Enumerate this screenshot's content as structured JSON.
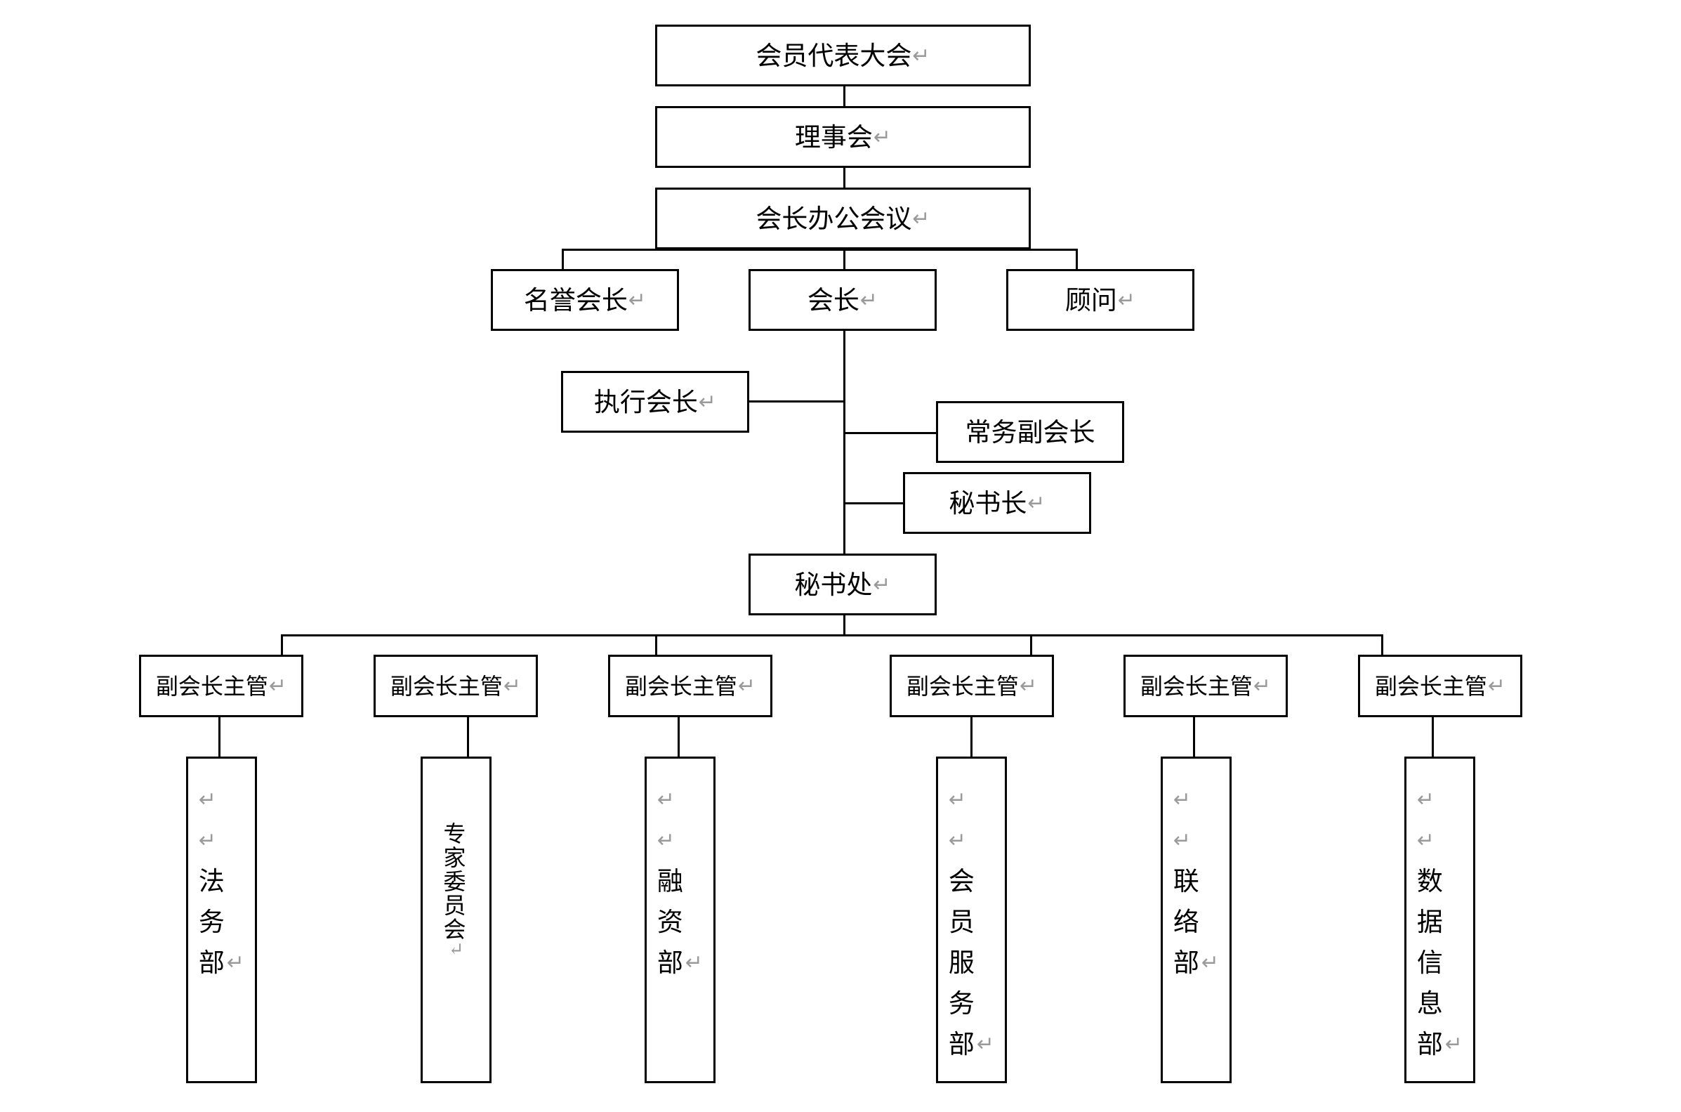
{
  "nodes": {
    "congress": "会员代表大会",
    "board": "理事会",
    "office_meeting": "会长办公会议",
    "honorary_president": "名誉会长",
    "president": "会长",
    "advisor": "顾问",
    "executive_president": "执行会长",
    "standing_vp": "常务副会长",
    "secretary_general": "秘书长",
    "secretariat": "秘书处",
    "supervisor_label": "副会长主管",
    "departments": [
      "法务部",
      "专家委员会",
      "融资部",
      "会员服务部",
      "联络部",
      "数据信息部"
    ]
  },
  "return_mark": "↵",
  "colors": {
    "line": "#000000",
    "box_border": "#000000",
    "mark": "#9a9a9a"
  }
}
